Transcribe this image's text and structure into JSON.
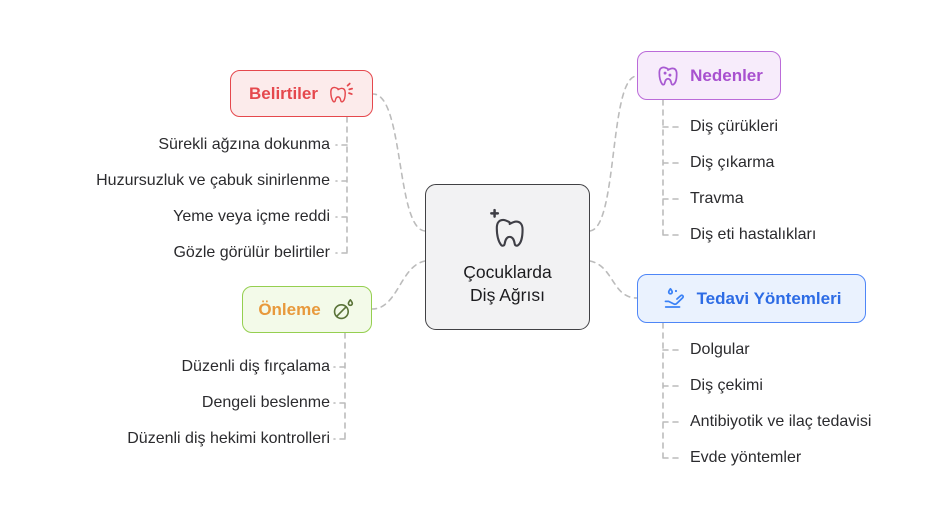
{
  "title": "Çocuklarda Diş Ağrısı",
  "center": {
    "label_line1": "Çocuklarda",
    "label_line2": "Diş Ağrısı",
    "icon": "tooth-plus-icon",
    "background": "#f2f2f3",
    "border": "#414144"
  },
  "connector_color": "#bcbcbc",
  "branches": [
    {
      "id": "belirtiler",
      "label": "Belirtiler",
      "icon": "tooth-pain-icon",
      "accent": "#e5484d",
      "border": "#e5484d",
      "background": "#fcebeb",
      "items": [
        "Sürekli ağzına dokunma",
        "Huzursuzluk ve çabuk sinirlenme",
        "Yeme veya içme reddi",
        "Gözle görülür belirtiler"
      ]
    },
    {
      "id": "nedenler",
      "label": "Nedenler",
      "icon": "tooth-cavity-icon",
      "accent": "#a850cf",
      "border": "#bb6bd9",
      "background": "#f7ecfb",
      "items": [
        "Diş çürükleri",
        "Diş çıkarma",
        "Travma",
        "Diş eti hastalıkları"
      ]
    },
    {
      "id": "onleme",
      "label": "Önleme",
      "icon": "tooth-protection-icon",
      "accent": "#e8993c",
      "border": "#95cf50",
      "background": "#f3fae9",
      "items": [
        "Düzenli diş fırçalama",
        "Dengeli beslenme",
        "Düzenli diş hekimi kontrolleri"
      ]
    },
    {
      "id": "tedavi",
      "label": "Tedavi Yöntemleri",
      "icon": "treatment-hand-icon",
      "accent": "#2d6ce5",
      "border": "#4e86f7",
      "background": "#eaf2fe",
      "items": [
        "Dolgular",
        "Diş çekimi",
        "Antibiyotik ve ilaç tedavisi",
        "Evde yöntemler"
      ]
    }
  ]
}
